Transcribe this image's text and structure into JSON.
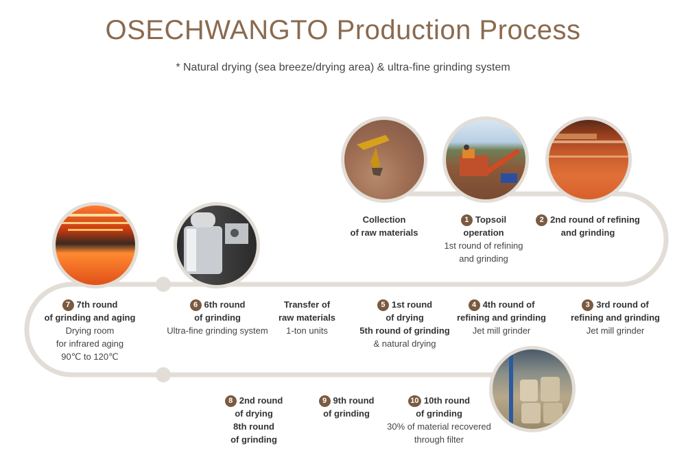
{
  "title": "OSECHWANGTO Production Process",
  "subtitle": "* Natural drying (sea breeze/drying area) & ultra-fine grinding system",
  "colors": {
    "title": "#8a6a4f",
    "track": "#e2ddd6",
    "badge": "#7a5a40"
  },
  "photos": [
    {
      "name": "excavator-photo"
    },
    {
      "name": "topsoil-machine-photo"
    },
    {
      "name": "refining-plant-photo"
    },
    {
      "name": "infrared-drying-room-photo"
    },
    {
      "name": "steel-grinder-photo"
    },
    {
      "name": "soil-bags-warehouse-photo"
    }
  ],
  "steps": {
    "collection": {
      "head1": "Collection",
      "head2": "of raw materials"
    },
    "s1": {
      "num": "1",
      "head1": "Topsoil",
      "head2": "operation",
      "desc1": "1st round of refining",
      "desc2": "and grinding"
    },
    "s2": {
      "num": "2",
      "head1": "2nd round of refining",
      "head2": "and grinding"
    },
    "s3": {
      "num": "3",
      "head1": "3rd round of",
      "head2": "refining and grinding",
      "desc1": "Jet mill grinder"
    },
    "s4": {
      "num": "4",
      "head1": "4th round of",
      "head2": "refining and grinding",
      "desc1": "Jet mill grinder"
    },
    "s5": {
      "num": "5",
      "head1": "1st round",
      "head2": "of drying",
      "head3": "5th round of grinding",
      "desc1": "& natural drying"
    },
    "transfer": {
      "head1": "Transfer of",
      "head2": "raw materials",
      "desc1": "1-ton units"
    },
    "s6": {
      "num": "6",
      "head1": "6th round",
      "head2": "of grinding",
      "desc1": "Ultra-fine grinding system"
    },
    "s7": {
      "num": "7",
      "head1": "7th round",
      "head2": "of grinding and aging",
      "desc1": "Drying room",
      "desc2": "for infrared aging",
      "desc3": "90℃ to 120℃"
    },
    "s8": {
      "num": "8",
      "head1": "2nd round",
      "head2": "of drying",
      "head3": "8th round",
      "head4": "of grinding"
    },
    "s9": {
      "num": "9",
      "head1": "9th round",
      "head2": "of grinding"
    },
    "s10": {
      "num": "10",
      "head1": "10th round",
      "head2": "of grinding",
      "desc1": "30% of material recovered",
      "desc2": "through filter"
    }
  }
}
